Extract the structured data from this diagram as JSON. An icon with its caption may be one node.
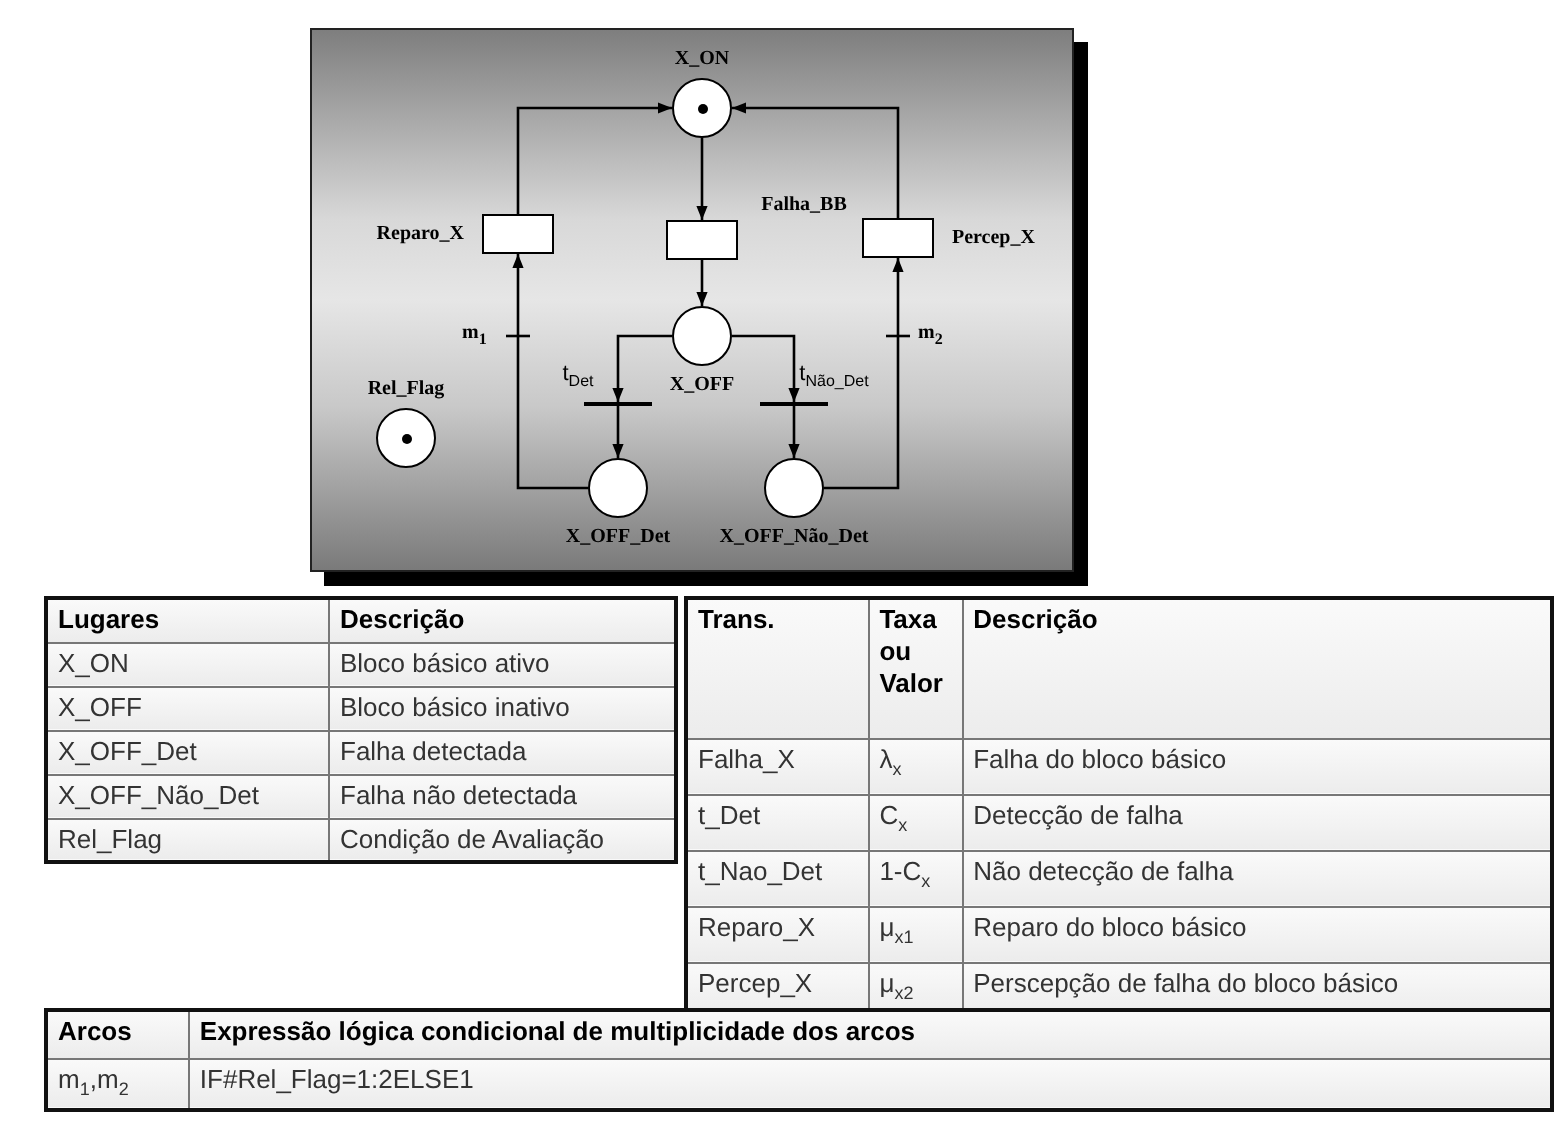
{
  "diagram": {
    "nodes": [
      {
        "text": [
          "X_ON"
        ]
      },
      {
        "text": [
          "Reparo_X"
        ]
      },
      {
        "text": [
          "Falha_BB"
        ]
      },
      {
        "text": [
          "Percep_X"
        ]
      },
      {
        "text": [
          "X_OFF"
        ]
      },
      {
        "text": [
          "t$_{Det}$"
        ]
      },
      {
        "text": [
          "t$_{Não_Det}$"
        ]
      },
      {
        "text": [
          "X_OFF_Det"
        ]
      },
      {
        "text": [
          "X_OFF_Não_Det"
        ]
      },
      {
        "text": [
          "Rel_Flag"
        ]
      }
    ],
    "edges": [
      {
        "from": 0,
        "to": 2,
        "arrow": "to"
      },
      {
        "from": 2,
        "to": 4,
        "arrow": "to"
      },
      {
        "from": 4,
        "to": 5,
        "arrow": "to"
      },
      {
        "from": 5,
        "to": 7,
        "arrow": "to"
      },
      {
        "from": 4,
        "to": 6,
        "arrow": "to"
      },
      {
        "from": 6,
        "to": 8,
        "arrow": "to"
      },
      {
        "from": 7,
        "to": 1,
        "arrow": "to",
        "label": "m$_{1}$"
      },
      {
        "from": 8,
        "to": 3,
        "arrow": "to",
        "label": "m$_{2}$"
      },
      {
        "from": 1,
        "to": 0,
        "arrow": "to"
      },
      {
        "from": 3,
        "to": 0,
        "arrow": "to"
      }
    ],
    "labels": [
      "Lugares",
      "Descrição",
      "X_ON",
      "Bloco básico ativo",
      "X_OFF",
      "Bloco básico inativo",
      "X_OFF_Det",
      "Falha detectada",
      "X_OFF_Não_Det",
      "Falha não detectada",
      "Rel_Flag",
      "Condição de Avaliação",
      "Trans.",
      "Taxa ou Valor",
      "Descrição",
      "Falha_X",
      "λ$_{x}$",
      "Falha do bloco básico",
      "t_Det",
      "C$_{x}$",
      "Detecção de falha",
      "t_Nao_Det",
      "1-C$_{x}$",
      "Não detecção de falha",
      "Reparo_X",
      "μ$_{x1}$",
      "Reparo do bloco básico",
      "Percep_X",
      "μ$_{x2}$",
      "Perscepção de falha do bloco básico",
      "Arcos",
      "Expressão lógica condicional de multiplicidade dos arcos",
      "m$_{1}$,m$_{2}$",
      "IF#Rel_Flag=1:2ELSE1"
    ]
  }
}
